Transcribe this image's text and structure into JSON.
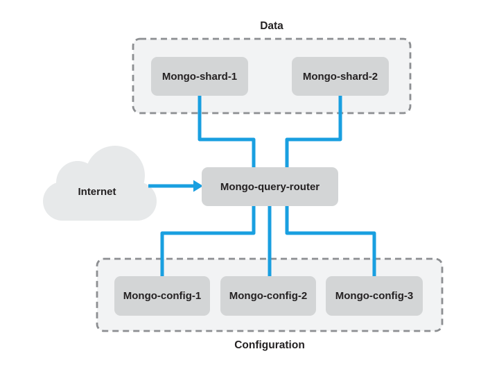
{
  "diagram": {
    "data_group": {
      "title": "Data",
      "nodes": [
        {
          "label": "Mongo-shard-1"
        },
        {
          "label": "Mongo-shard-2"
        }
      ]
    },
    "router": {
      "label": "Mongo-query-router"
    },
    "internet": {
      "label": "Internet"
    },
    "config_group": {
      "title": "Configuration",
      "nodes": [
        {
          "label": "Mongo-config-1"
        },
        {
          "label": "Mongo-config-2"
        },
        {
          "label": "Mongo-config-3"
        }
      ]
    },
    "connections": [
      {
        "from": "Internet",
        "to": "Mongo-query-router",
        "style": "arrow"
      },
      {
        "from": "Mongo-shard-1",
        "to": "Mongo-query-router",
        "style": "line"
      },
      {
        "from": "Mongo-shard-2",
        "to": "Mongo-query-router",
        "style": "line"
      },
      {
        "from": "Mongo-query-router",
        "to": "Mongo-config-1",
        "style": "line"
      },
      {
        "from": "Mongo-query-router",
        "to": "Mongo-config-2",
        "style": "line"
      },
      {
        "from": "Mongo-query-router",
        "to": "Mongo-config-3",
        "style": "line"
      }
    ]
  },
  "colors": {
    "connector_blue": "#199fe0",
    "node_fill": "#d3d5d6",
    "group_fill": "#f2f3f4",
    "group_border": "#8c8e91",
    "cloud_fill": "#e7e9ea",
    "text": "#242122",
    "background": "#ffffff"
  }
}
